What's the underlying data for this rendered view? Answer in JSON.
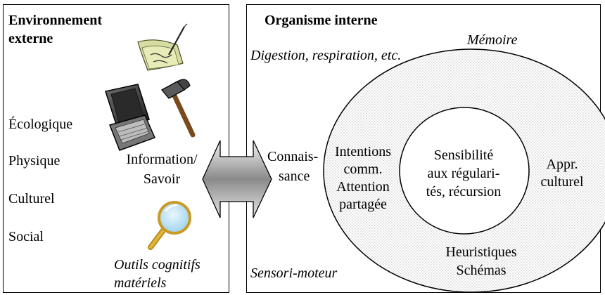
{
  "environment": {
    "title_line1": "Environnement",
    "title_line2": "externe",
    "categories": [
      "Écologique",
      "Physique",
      "Culturel",
      "Social"
    ],
    "information_line1": "Information/",
    "information_line2": "Savoir",
    "tools_line1": "Outils cognitifs",
    "tools_line2": "matériels",
    "icons": [
      "notepad-pen-icon",
      "laptop-icon",
      "hammer-icon",
      "magnifying-glass-icon"
    ]
  },
  "organism": {
    "title": "Organisme interne",
    "memory": "Mémoire",
    "digestion": "Digestion, respiration, etc.",
    "knowledge_line1": "Connais-",
    "knowledge_line2": "sance",
    "sensorimotor": "Sensori-moteur",
    "intentions": [
      "Intentions",
      "comm.",
      "Attention",
      "partagée"
    ],
    "sensitivity": [
      "Sensibilité",
      "aux régulari-",
      "tés, récursion"
    ],
    "cultural": [
      "Appr.",
      "culturel"
    ],
    "heuristics": [
      "Heuristiques",
      "Schémas"
    ]
  }
}
